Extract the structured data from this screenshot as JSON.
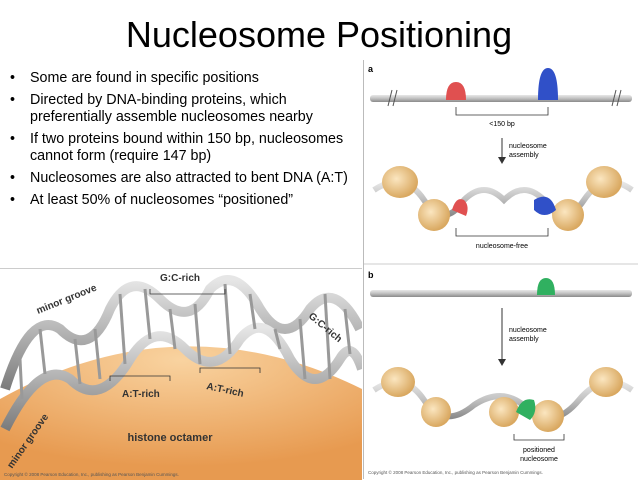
{
  "slide": {
    "title": "Nucleosome Positioning",
    "bullets": [
      {
        "marker": "•",
        "text": "Some are found in specific positions"
      },
      {
        "marker": "•",
        "text": "Directed by DNA-binding proteins, which preferentially assemble nucleosomes nearby"
      },
      {
        "marker": "•",
        "text": "If two proteins bound within 150 bp, nucleosomes cannot form (require 147 bp)"
      },
      {
        "marker": "•",
        "text": "Nucleosomes are also attracted to bent DNA (A:T)"
      },
      {
        "marker": "•",
        "text": "At least 50% of nucleosomes “positioned”"
      }
    ]
  },
  "right_figure": {
    "panel_a": "a",
    "panel_b": "b",
    "distance_label": "<150 bp",
    "step_label_a": [
      "nucleosome",
      "assembly"
    ],
    "free_label": "nucleosome-free",
    "step_label_b": [
      "nucleosome",
      "assembly"
    ],
    "positioned_label": [
      "positioned",
      "nucleosome"
    ],
    "copyright": "Copyright © 2008 Pearson Education, Inc., publishing as Pearson Benjamin Cummings."
  },
  "left_figure": {
    "minor_groove_top": "minor groove",
    "gc_rich_top": "G:C-rich",
    "gc_rich_right": "G:C-rich",
    "at_rich_1": "A:T-rich",
    "at_rich_2": "A:T-rich",
    "minor_groove_bottom": "minor groove",
    "histone": "histone octamer",
    "copyright": "Copyright © 2008 Pearson Education, Inc., publishing as Pearson Benjamin Cummings."
  },
  "colors": {
    "nucleosome": "#e9c58e",
    "red_protein": "#e05050",
    "blue_protein": "#3050c8",
    "green_protein": "#30b060",
    "dna": "#b8b8b8",
    "histone": "#f0b070"
  }
}
